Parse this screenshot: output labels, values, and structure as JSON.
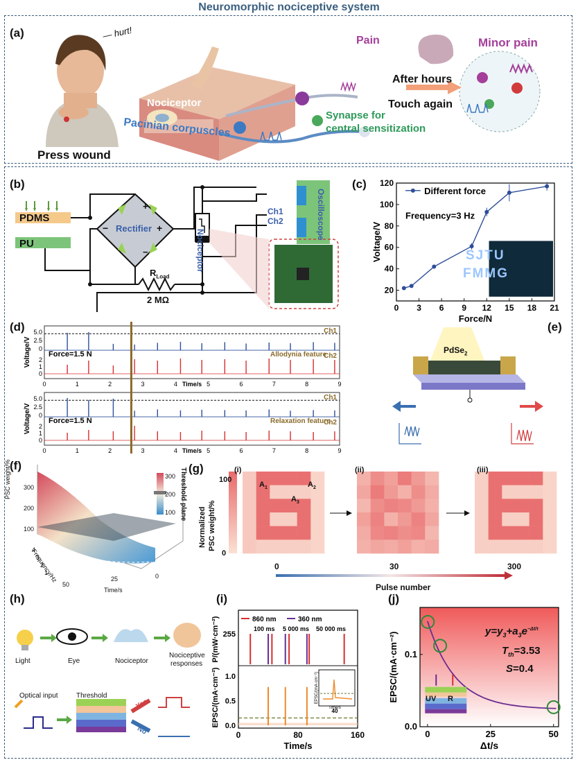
{
  "title": "Neuromorphic nociceptive system",
  "panel_a": {
    "label": "(a)",
    "hurt": "— hurt!",
    "press_wound": "Press wound",
    "nociceptor": "Nociceptor",
    "pacinian": "Pacinian corpuscles",
    "pain": "Pain",
    "minor_pain": "Minor pain",
    "after_hours": "After hours",
    "touch_again": "Touch again",
    "synapse_1": "Synapse for",
    "synapse_2": "central sensitization"
  },
  "panel_b": {
    "label": "(b)",
    "pdms": "PDMS",
    "pu": "PU",
    "rectifier": "Rectifier",
    "nociceptor": "Nociceptor",
    "oscilloscope": "Oscilloscope",
    "ch1": "Ch1",
    "ch2": "Ch2",
    "r_load": "R",
    "r_load_sub": "Load",
    "r_value": "2 MΩ",
    "plus": "+",
    "minus": "−"
  },
  "panel_c": {
    "label": "(c)",
    "legend": "Different force",
    "annotation": "Frequency=3 Hz",
    "inset_text_1": "SJTU",
    "inset_text_2": "FMMG"
  },
  "panel_d": {
    "label": "(d)",
    "ch1": "Ch1",
    "ch2": "Ch2",
    "force": "Force=1.5 N",
    "allodynia": "Allodynia feature",
    "relaxation": "Relaxation feature",
    "ylabel": "Voltage/V",
    "xlabel": "Time/s"
  },
  "panel_e": {
    "label": "(e)",
    "material": "PdSe",
    "material_sub": "2"
  },
  "panel_f": {
    "label": "(f)",
    "zlabel": "PSC weight/%",
    "ylabel": "Frequency/Hz",
    "xlabel": "Time/s",
    "threshold": "Threshold plane",
    "cbar_ticks": [
      "300",
      "200",
      "100"
    ],
    "z_ticks": [
      "300",
      "200",
      "100"
    ],
    "freq_ticks": [
      "4",
      "3",
      "2",
      "1"
    ],
    "time_ticks": [
      "50",
      "25",
      "0"
    ]
  },
  "panel_g": {
    "label": "(g)",
    "sub_i": "(i)",
    "sub_ii": "(ii)",
    "sub_iii": "(iii)",
    "ylabel_1": "Normalized",
    "ylabel_2": "PSC weight/%",
    "cbar_top": "100",
    "cbar_bottom": "0",
    "a1": "A",
    "a1_sub": "1",
    "a2": "A",
    "a2_sub": "2",
    "a3": "A",
    "a3_sub": "3",
    "pulse_ticks": [
      "0",
      "30",
      "300"
    ],
    "pulse_label": "Pulse number"
  },
  "panel_h": {
    "label": "(h)",
    "light": "Light",
    "eye": "Eye",
    "nociceptor": "Nociceptor",
    "responses_1": "Nociceptive",
    "responses_2": "responses",
    "optical_input": "Optical input",
    "threshold": "Threshold",
    "yes": "Yes",
    "no": "No"
  },
  "panel_i": {
    "label": "(i)",
    "legend_860": "860 nm",
    "legend_360": "360 nm",
    "interval_1": "100 ms",
    "interval_2": "5 000 ms",
    "interval_3": "50 000 ms",
    "top_ylabel": "P/(mW·cm⁻²)",
    "top_tick": "255",
    "bottom_ylabel": "EPSC/(mA·cm⁻²)",
    "bottom_ticks": [
      "1.0",
      "0.5",
      "0.0"
    ],
    "xticks": [
      "0",
      "80",
      "160"
    ],
    "xlabel": "Time/s",
    "inset_ylabel": "EPSC/(mA·cm⁻²)",
    "inset_tick": "40",
    "inset_xlabel": "Time/s"
  },
  "panel_j": {
    "label": "(j)",
    "eq_main": "y=y",
    "eq_3": "3",
    "eq_plus": "+a",
    "eq_a3": "3",
    "eq_e": "e",
    "eq_exp": "−Δt/τ",
    "tth_label": "T",
    "tth_sub": "th",
    "tth_value": "=3.53",
    "s_label": "S",
    "s_value": "=0.4",
    "uv": "UV",
    "r": "R",
    "ylabel": "EPSC/(mA·cm⁻²)",
    "yticks": [
      "0.1",
      "0.0"
    ],
    "xticks": [
      "0",
      "25",
      "50"
    ],
    "xlabel": "Δt/s"
  },
  "chart_data": [
    {
      "type": "line",
      "panel": "c",
      "title": "",
      "xlabel": "Force/N",
      "ylabel": "Voltage/V",
      "xlim": [
        0,
        21
      ],
      "ylim": [
        10,
        120
      ],
      "xticks": [
        0,
        3,
        6,
        9,
        12,
        15,
        18,
        21
      ],
      "yticks": [
        20,
        40,
        60,
        80,
        100,
        120
      ],
      "series": [
        {
          "name": "Different force",
          "x": [
            1,
            2,
            5,
            10,
            12,
            15,
            20
          ],
          "y": [
            22,
            24,
            42,
            61,
            93,
            111,
            117
          ],
          "err": [
            1,
            1,
            1,
            3,
            4,
            8,
            4
          ]
        }
      ]
    },
    {
      "type": "line",
      "panel": "d",
      "title": "",
      "xlabel": "Time/s",
      "ylabel": "Voltage/V",
      "xlim": [
        0,
        9
      ],
      "xticks": [
        0,
        1,
        2,
        3,
        4,
        5,
        6,
        7,
        8,
        9
      ],
      "yticks": [
        0,
        2.5,
        5.0
      ],
      "threshold": 5.5,
      "series": [
        {
          "name": "Ch1",
          "x": [
            0.7,
            1.35,
            2.1,
            2.75,
            3.45,
            4.15,
            4.8,
            5.5,
            6.15,
            6.85,
            7.5,
            8.2,
            8.85
          ],
          "y": [
            5.8,
            6.0,
            2.5,
            2.3,
            2.8,
            3.1,
            2.7,
            3.0,
            2.6,
            2.9,
            2.7,
            3.0,
            2.8
          ]
        },
        {
          "name": "Ch2",
          "x": [
            0.7,
            1.35,
            2.1,
            2.75,
            3.45,
            4.15,
            4.8,
            5.5,
            6.15,
            6.85,
            7.5,
            8.2,
            8.85
          ],
          "y": [
            1.6,
            2.2,
            1.5,
            2.4,
            2.2,
            2.5,
            2.3,
            2.4,
            2.2,
            2.5,
            2.3,
            2.4,
            2.3
          ]
        },
        {
          "name": "Ch1 relaxation",
          "x": [
            0.7,
            1.35,
            2.1,
            2.75,
            3.45,
            4.15,
            4.8,
            5.5,
            6.15,
            6.85,
            7.5,
            8.2,
            8.85
          ],
          "y": [
            6.2,
            5.6,
            6.0,
            2.4,
            2.8,
            2.5,
            2.7,
            2.6,
            2.5,
            2.8,
            2.4,
            2.6,
            2.5
          ]
        },
        {
          "name": "Ch2 relaxation",
          "x": [
            0.7,
            1.35,
            2.1,
            2.75,
            3.45,
            4.15,
            4.8,
            5.5,
            6.15,
            6.85,
            7.5,
            8.2,
            8.85
          ],
          "y": [
            1.4,
            1.8,
            1.6,
            2.4,
            1.6,
            1.5,
            1.7,
            1.6,
            1.5,
            1.7,
            1.6,
            1.5,
            1.6
          ]
        }
      ]
    },
    {
      "type": "heatmap",
      "panel": "g",
      "title": "",
      "xlabel": "Pulse number",
      "categories": [
        "0",
        "30",
        "300"
      ],
      "cbar_range": [
        0,
        100
      ],
      "grids": [
        [
          [
            20,
            95,
            95,
            95,
            95,
            10
          ],
          [
            20,
            95,
            15,
            15,
            15,
            10
          ],
          [
            20,
            95,
            95,
            95,
            95,
            10
          ],
          [
            20,
            95,
            15,
            15,
            95,
            10
          ],
          [
            20,
            95,
            95,
            95,
            95,
            10
          ],
          [
            20,
            15,
            15,
            15,
            15,
            10
          ]
        ],
        [
          [
            40,
            70,
            55,
            85,
            60,
            35
          ],
          [
            50,
            85,
            60,
            40,
            70,
            45
          ],
          [
            35,
            70,
            80,
            75,
            60,
            40
          ],
          [
            55,
            80,
            40,
            60,
            80,
            50
          ],
          [
            45,
            75,
            80,
            70,
            75,
            35
          ],
          [
            40,
            50,
            45,
            55,
            40,
            45
          ]
        ],
        [
          [
            15,
            95,
            95,
            95,
            95,
            10
          ],
          [
            15,
            95,
            15,
            15,
            15,
            10
          ],
          [
            15,
            95,
            95,
            95,
            95,
            10
          ],
          [
            15,
            95,
            15,
            15,
            95,
            10
          ],
          [
            15,
            95,
            95,
            95,
            95,
            10
          ],
          [
            15,
            15,
            15,
            15,
            15,
            10
          ]
        ]
      ]
    },
    {
      "type": "line",
      "panel": "i",
      "title": "",
      "xlabel": "Time/s",
      "xlim": [
        0,
        160
      ],
      "xticks": [
        0,
        80,
        160
      ],
      "series": [
        {
          "name": "860 nm",
          "pulses_x": [
            16,
            45,
            68,
            95,
            142
          ],
          "power": 255
        },
        {
          "name": "360 nm",
          "pulses_x": [
            40,
            63,
            92
          ],
          "power": 255
        },
        {
          "name": "EPSC",
          "pulses_x": [
            40,
            63,
            92
          ],
          "y": [
            0.78,
            0.78,
            0.78
          ]
        }
      ],
      "yticks_bottom": [
        0.0,
        0.5,
        1.0
      ],
      "threshold": 0.15
    },
    {
      "type": "scatter",
      "panel": "j",
      "title": "",
      "xlabel": "Δt/s",
      "ylabel": "EPSC/(mA·cm⁻²)",
      "xlim": [
        -3,
        52
      ],
      "ylim": [
        0,
        0.165
      ],
      "xticks": [
        0,
        25,
        50
      ],
      "yticks": [
        0.0,
        0.1
      ],
      "series": [
        {
          "name": "",
          "x": [
            0.1,
            5,
            50
          ],
          "y": [
            0.145,
            0.112,
            0.027
          ]
        }
      ],
      "fit": {
        "y3": 0.024,
        "a3": 0.122,
        "tau": 11
      }
    }
  ],
  "colors": {
    "frame": "#3a5a78",
    "title": "#3a5f80",
    "line_blue": "#2e4e9a",
    "pulse_red": "#d62e2e",
    "pulse_purple": "#6a2c91",
    "heat_hot": "#e86a6c",
    "heat_cold": "#fbe1d3",
    "green_node": "#6ab04c"
  }
}
